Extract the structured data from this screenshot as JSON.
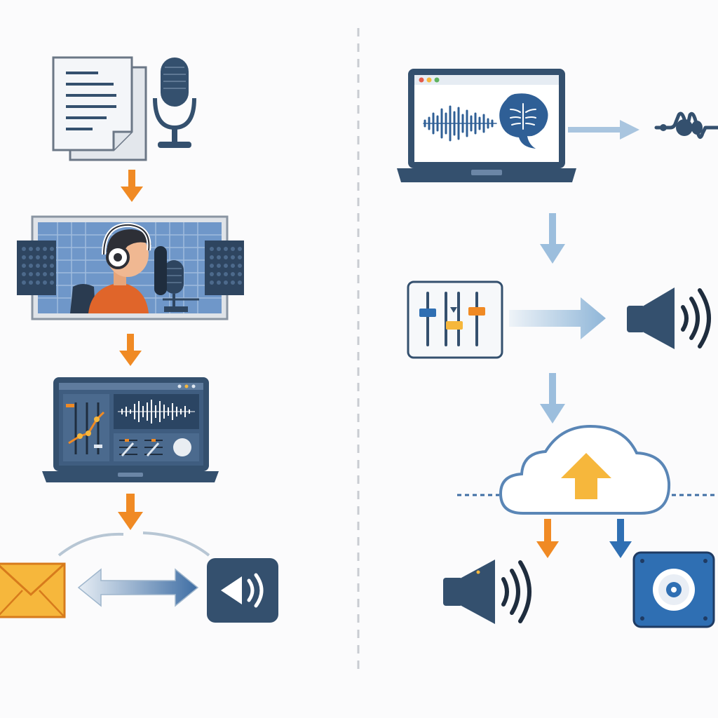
{
  "colors": {
    "navy": "#34506e",
    "navy_dark": "#263a52",
    "blue": "#2f6fb3",
    "light_blue": "#8fb6d8",
    "orange": "#f08a24",
    "yellow": "#f6b73c",
    "skin_shirt": "#e0652a",
    "paper": "#eef1f5",
    "background": "#fbfbfc",
    "divider": "#c9ccd2"
  },
  "diagram": {
    "left_flow": {
      "steps": [
        {
          "id": "script-and-microphone",
          "icons": [
            "document-icon",
            "microphone-icon"
          ]
        },
        {
          "id": "voice-actor-recording-booth",
          "icons": [
            "headphones-icon",
            "studio-microphone-icon",
            "acoustic-panel-icon"
          ]
        },
        {
          "id": "audio-editing-laptop",
          "icons": [
            "laptop-icon",
            "waveform-icon",
            "mixer-sliders-icon",
            "knob-icon"
          ]
        },
        {
          "id": "delivery-exchange",
          "icons": [
            "email-icon",
            "bidirectional-arrow-icon",
            "audio-file-icon"
          ]
        }
      ],
      "connectors": [
        "arrow-down-icon",
        "arrow-down-icon",
        "arrow-down-icon"
      ]
    },
    "right_flow": {
      "steps": [
        {
          "id": "ai-voice-synthesis-laptop",
          "icons": [
            "laptop-icon",
            "waveform-icon",
            "ai-brain-icon"
          ],
          "output_icon": "waveform-icon"
        },
        {
          "id": "audio-mixing",
          "icons": [
            "mixer-sliders-icon"
          ],
          "output_icon": "speaker-icon"
        },
        {
          "id": "cloud-upload",
          "icons": [
            "cloud-icon",
            "upload-arrow-icon"
          ],
          "outputs": [
            "speaker-icon",
            "media-player-icon"
          ]
        }
      ],
      "connectors": [
        "arrow-down-icon",
        "arrow-down-icon"
      ]
    },
    "separator": "dashed-vertical-divider"
  }
}
